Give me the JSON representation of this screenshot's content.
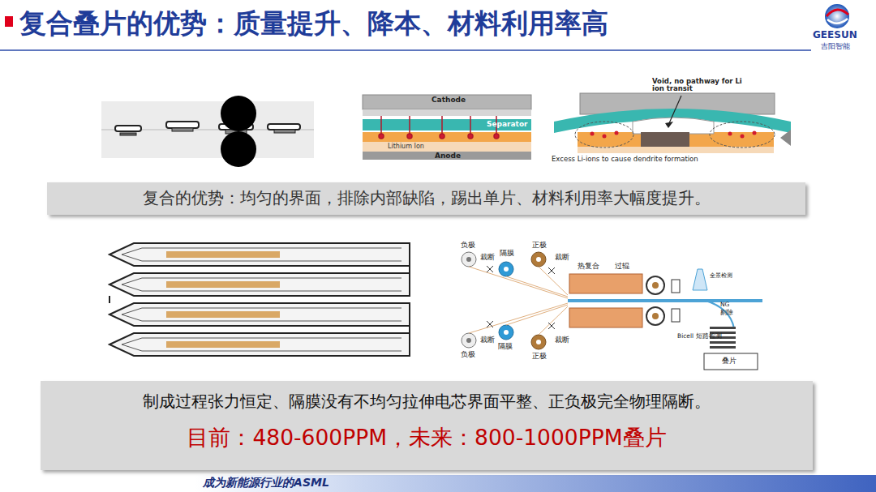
{
  "diagram": {
    "title": "复合叠片的优势：质量提升、降本、材料利用率高",
    "nodes": [
      {
        "text": [
          "复合的优势：均匀的界面，排除内部缺陷，踢出单片、材料利用率大幅度提升。"
        ]
      },
      {
        "text": [
          "制成过程张力恒定、隔膜没有不均匀拉伸电芯界面平整、正负极完全物理隔断。",
          "目前：480-600PPM，未来：800-1000PPM叠片"
        ]
      },
      {
        "text": [
          "成为新能源行业的ASML"
        ]
      }
    ],
    "labels": [
      "GEESUN",
      "吉阳智能",
      "Cathode",
      "Separator",
      "Lithium Ion",
      "Anode",
      "Void, no pathway for Li ion transit",
      "Excess Li-ions to cause dendrite formation",
      "负极",
      "裁断",
      "隔膜",
      "正极",
      "裁断",
      "热复合",
      "过辊",
      "全景检测",
      "NG",
      "剔除",
      "Bicell 短路检测",
      "负极",
      "隔膜",
      "裁断",
      "裁断",
      "正极",
      "叠片"
    ]
  }
}
